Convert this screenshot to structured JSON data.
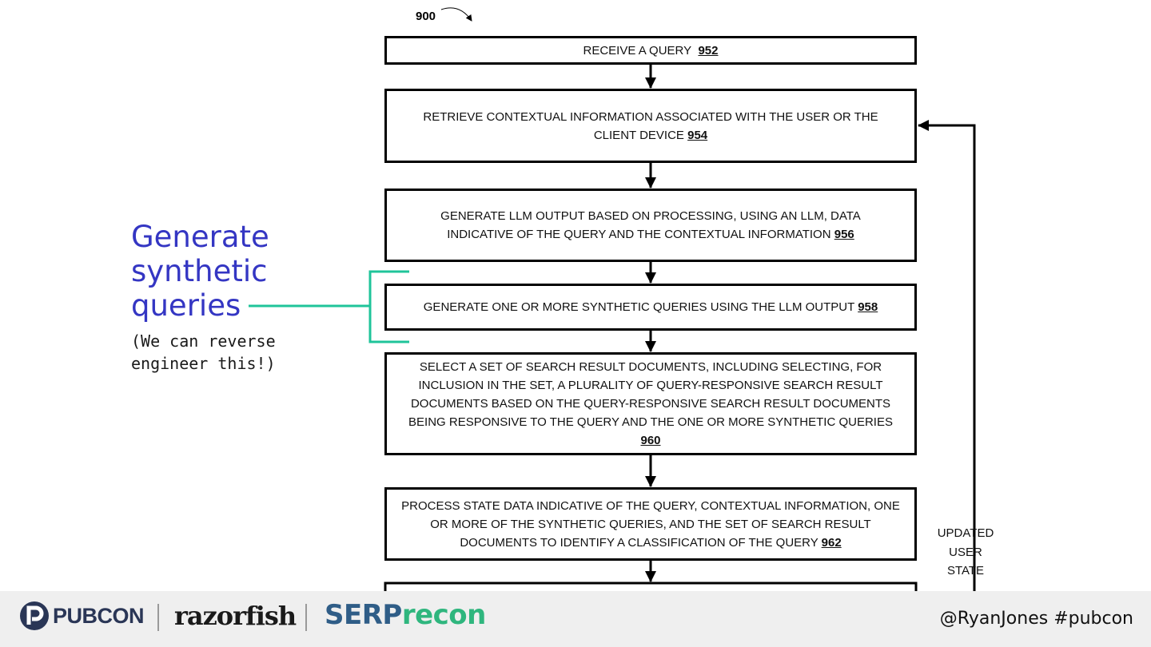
{
  "figure": {
    "ref_number": "900",
    "steps": [
      {
        "text": "RECEIVE A QUERY",
        "num": "952"
      },
      {
        "text": "RETRIEVE CONTEXTUAL INFORMATION ASSOCIATED WITH THE USER OR THE CLIENT DEVICE",
        "num": "954"
      },
      {
        "text": "GENERATE LLM OUTPUT BASED ON PROCESSING, USING AN LLM, DATA INDICATIVE OF THE QUERY AND THE CONTEXTUAL INFORMATION",
        "num": "956"
      },
      {
        "text": "GENERATE ONE OR MORE SYNTHETIC QUERIES USING THE LLM OUTPUT",
        "num": "958"
      },
      {
        "text": "SELECT A SET OF SEARCH RESULT DOCUMENTS, INCLUDING SELECTING, FOR INCLUSION IN THE SET, A PLURALITY OF QUERY-RESPONSIVE SEARCH RESULT DOCUMENTS BASED ON THE QUERY-RESPONSIVE SEARCH RESULT DOCUMENTS BEING RESPONSIVE TO THE QUERY AND THE ONE OR MORE SYNTHETIC QUERIES",
        "num": "960"
      },
      {
        "text": "PROCESS STATE DATA INDICATIVE OF THE QUERY, CONTEXTUAL INFORMATION, ONE OR MORE OF THE SYNTHETIC QUERIES, AND THE SET OF SEARCH RESULT DOCUMENTS TO IDENTIFY A CLASSIFICATION OF THE QUERY",
        "num": "962"
      }
    ],
    "loop_label": [
      "UPDATED",
      "USER",
      "STATE"
    ]
  },
  "callout": {
    "title_lines": [
      "Generate",
      "synthetic",
      "queries"
    ],
    "subtitle_lines": [
      "(We can reverse",
      "engineer this!)"
    ],
    "bracket_color": "#1fc49a",
    "title_color": "#3436c3"
  },
  "footer": {
    "logo_pubcon": "PUBCON",
    "logo_razorfish": "razorfish",
    "logo_serp_a": "SERP",
    "logo_serp_b": "recon",
    "handle": "@RyanJones #pubcon"
  }
}
